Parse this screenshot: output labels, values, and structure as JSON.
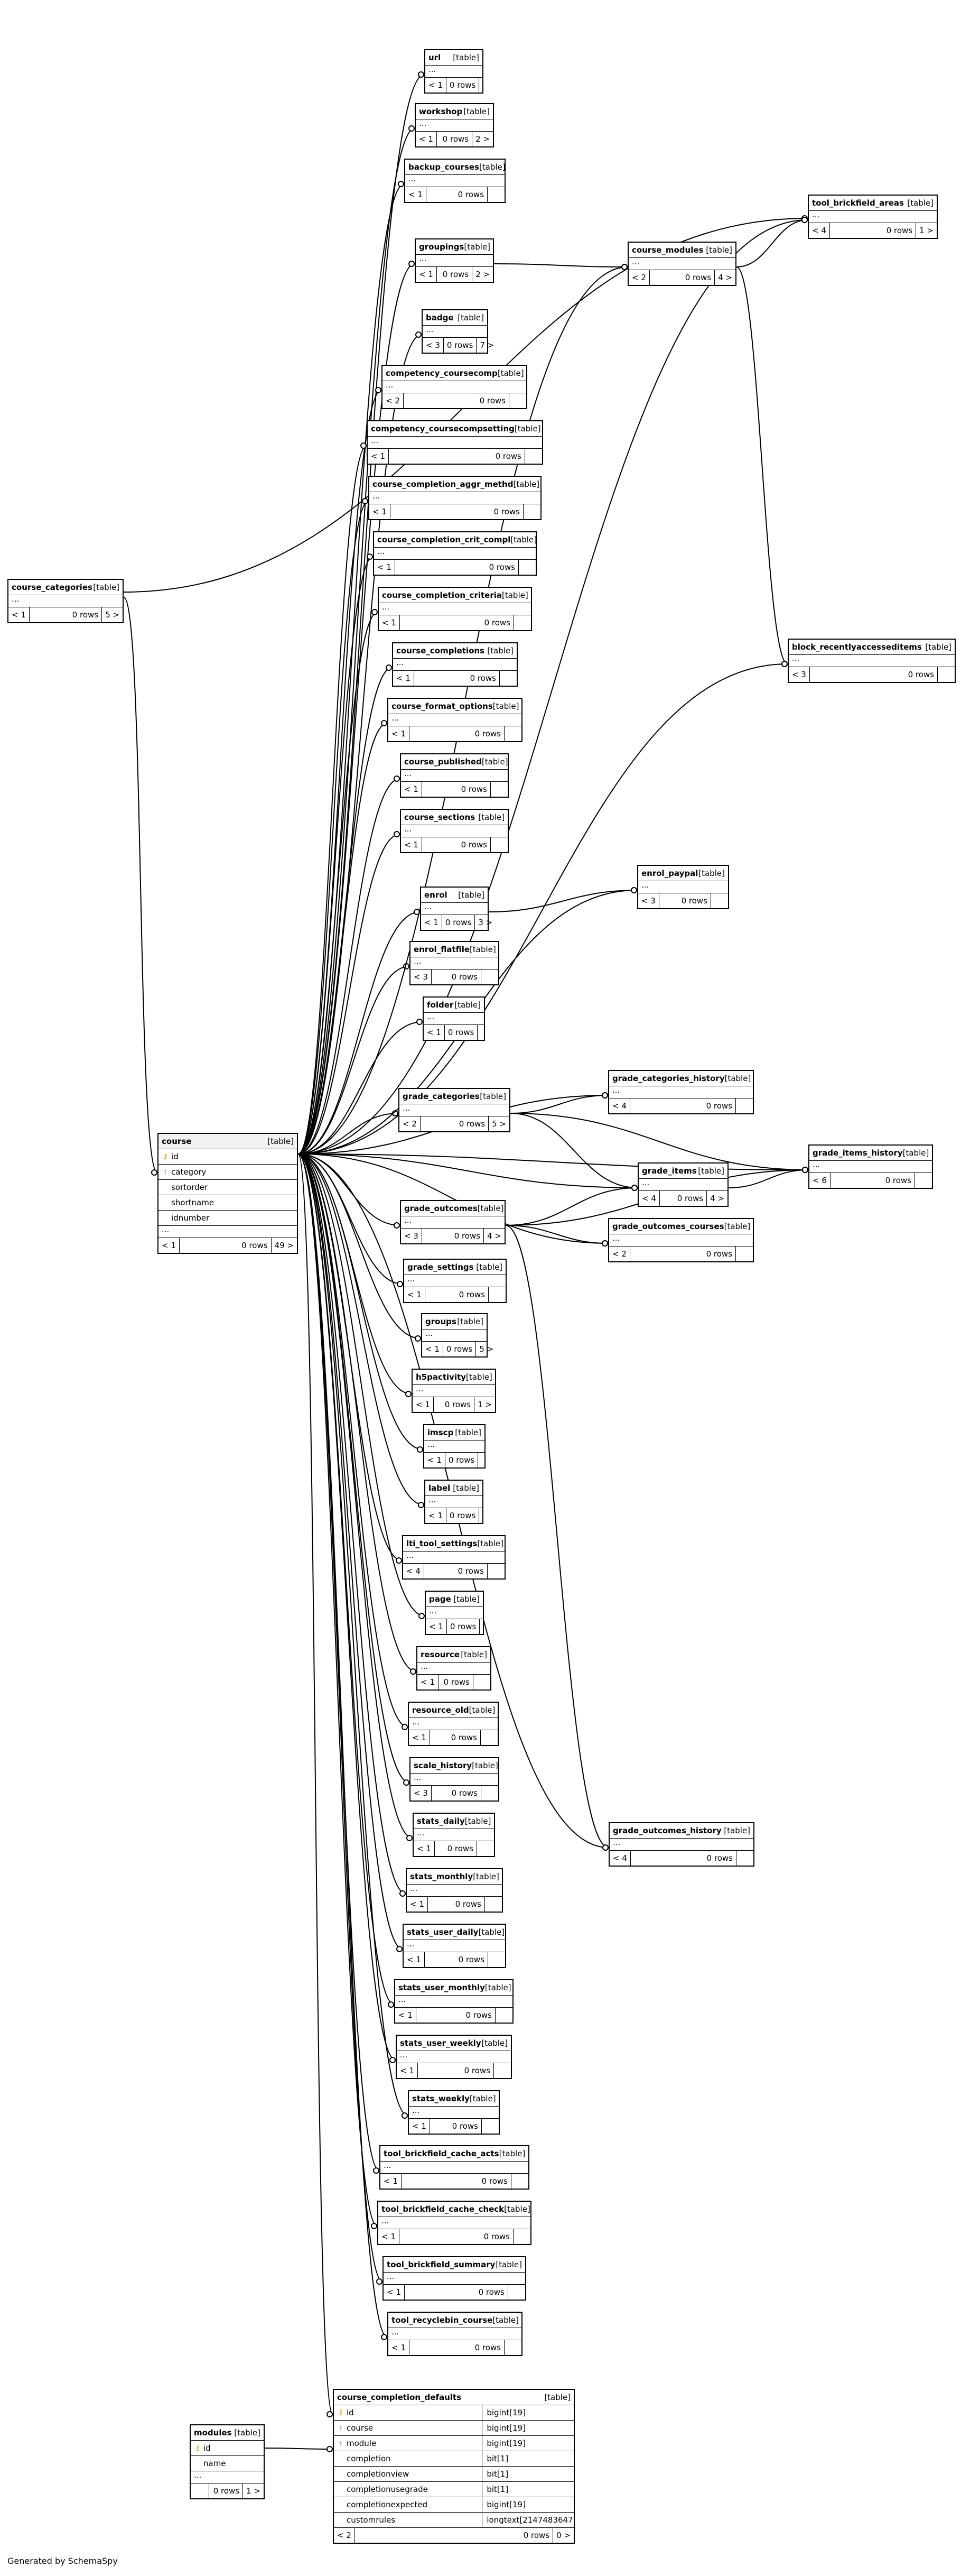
{
  "footer": "Generated by SchemaSpy",
  "kind_label": "[table]",
  "tables": [
    {
      "id": "course_categories",
      "name": "course_categories",
      "dots": "...",
      "ftr": [
        "< 1",
        "0 rows",
        "5 >"
      ]
    },
    {
      "id": "course",
      "name": "course",
      "cols": [
        {
          "n": "id",
          "k": "pk"
        },
        {
          "n": "category",
          "k": "fk"
        },
        {
          "n": "sortorder"
        },
        {
          "n": "shortname"
        },
        {
          "n": "idnumber"
        }
      ],
      "dots": "...",
      "ftr": [
        "< 1",
        "0 rows",
        "49 >"
      ]
    },
    {
      "id": "url",
      "name": "url",
      "dots": "...",
      "ftr": [
        "< 1",
        "0 rows",
        ""
      ]
    },
    {
      "id": "workshop",
      "name": "workshop",
      "dots": "...",
      "ftr": [
        "< 1",
        "0 rows",
        "2 >"
      ]
    },
    {
      "id": "backup_courses",
      "name": "backup_courses",
      "dots": "...",
      "ftr": [
        "< 1",
        "0 rows",
        ""
      ]
    },
    {
      "id": "groupings",
      "name": "groupings",
      "dots": "...",
      "ftr": [
        "< 1",
        "0 rows",
        "2 >"
      ]
    },
    {
      "id": "badge",
      "name": "badge",
      "dots": "...",
      "ftr": [
        "< 3",
        "0 rows",
        "7 >"
      ]
    },
    {
      "id": "competency_coursecomp",
      "name": "competency_coursecomp",
      "dots": "...",
      "ftr": [
        "< 2",
        "0 rows",
        ""
      ]
    },
    {
      "id": "competency_coursecompsetting",
      "name": "competency_coursecompsetting",
      "dots": "...",
      "ftr": [
        "< 1",
        "0 rows",
        ""
      ]
    },
    {
      "id": "course_completion_aggr_methd",
      "name": "course_completion_aggr_methd",
      "dots": "...",
      "ftr": [
        "< 1",
        "0 rows",
        ""
      ]
    },
    {
      "id": "course_completion_crit_compl",
      "name": "course_completion_crit_compl",
      "dots": "...",
      "ftr": [
        "< 1",
        "0 rows",
        ""
      ]
    },
    {
      "id": "course_completion_criteria",
      "name": "course_completion_criteria",
      "dots": "...",
      "ftr": [
        "< 1",
        "0 rows",
        ""
      ]
    },
    {
      "id": "course_completions",
      "name": "course_completions",
      "dots": "...",
      "ftr": [
        "< 1",
        "0 rows",
        ""
      ]
    },
    {
      "id": "course_format_options",
      "name": "course_format_options",
      "dots": "...",
      "ftr": [
        "< 1",
        "0 rows",
        ""
      ]
    },
    {
      "id": "course_published",
      "name": "course_published",
      "dots": "...",
      "ftr": [
        "< 1",
        "0 rows",
        ""
      ]
    },
    {
      "id": "course_sections",
      "name": "course_sections",
      "dots": "...",
      "ftr": [
        "< 1",
        "0 rows",
        ""
      ]
    },
    {
      "id": "enrol",
      "name": "enrol",
      "dots": "...",
      "ftr": [
        "< 1",
        "0 rows",
        "3 >"
      ]
    },
    {
      "id": "enrol_flatfile",
      "name": "enrol_flatfile",
      "dots": "...",
      "ftr": [
        "< 3",
        "0 rows",
        ""
      ]
    },
    {
      "id": "folder",
      "name": "folder",
      "dots": "...",
      "ftr": [
        "< 1",
        "0 rows",
        ""
      ]
    },
    {
      "id": "grade_categories",
      "name": "grade_categories",
      "dots": "...",
      "ftr": [
        "< 2",
        "0 rows",
        "5 >"
      ]
    },
    {
      "id": "grade_outcomes",
      "name": "grade_outcomes",
      "dots": "...",
      "ftr": [
        "< 3",
        "0 rows",
        "4 >"
      ]
    },
    {
      "id": "grade_settings",
      "name": "grade_settings",
      "dots": "...",
      "ftr": [
        "< 1",
        "0 rows",
        ""
      ]
    },
    {
      "id": "groups",
      "name": "groups",
      "dots": "...",
      "ftr": [
        "< 1",
        "0 rows",
        "5 >"
      ]
    },
    {
      "id": "h5pactivity",
      "name": "h5pactivity",
      "dots": "...",
      "ftr": [
        "< 1",
        "0 rows",
        "1 >"
      ]
    },
    {
      "id": "imscp",
      "name": "imscp",
      "dots": "...",
      "ftr": [
        "< 1",
        "0 rows",
        ""
      ]
    },
    {
      "id": "label",
      "name": "label",
      "dots": "...",
      "ftr": [
        "< 1",
        "0 rows",
        ""
      ]
    },
    {
      "id": "lti_tool_settings",
      "name": "lti_tool_settings",
      "dots": "...",
      "ftr": [
        "< 4",
        "0 rows",
        ""
      ]
    },
    {
      "id": "page",
      "name": "page",
      "dots": "...",
      "ftr": [
        "< 1",
        "0 rows",
        ""
      ]
    },
    {
      "id": "resource",
      "name": "resource",
      "dots": "...",
      "ftr": [
        "< 1",
        "0 rows",
        ""
      ]
    },
    {
      "id": "resource_old",
      "name": "resource_old",
      "dots": "...",
      "ftr": [
        "< 1",
        "0 rows",
        ""
      ]
    },
    {
      "id": "scale_history",
      "name": "scale_history",
      "dots": "...",
      "ftr": [
        "< 3",
        "0 rows",
        ""
      ]
    },
    {
      "id": "stats_daily",
      "name": "stats_daily",
      "dots": "...",
      "ftr": [
        "< 1",
        "0 rows",
        ""
      ]
    },
    {
      "id": "stats_monthly",
      "name": "stats_monthly",
      "dots": "...",
      "ftr": [
        "< 1",
        "0 rows",
        ""
      ]
    },
    {
      "id": "stats_user_daily",
      "name": "stats_user_daily",
      "dots": "...",
      "ftr": [
        "< 1",
        "0 rows",
        ""
      ]
    },
    {
      "id": "stats_user_monthly",
      "name": "stats_user_monthly",
      "dots": "...",
      "ftr": [
        "< 1",
        "0 rows",
        ""
      ]
    },
    {
      "id": "stats_user_weekly",
      "name": "stats_user_weekly",
      "dots": "...",
      "ftr": [
        "< 1",
        "0 rows",
        ""
      ]
    },
    {
      "id": "stats_weekly",
      "name": "stats_weekly",
      "dots": "...",
      "ftr": [
        "< 1",
        "0 rows",
        ""
      ]
    },
    {
      "id": "tool_brickfield_cache_acts",
      "name": "tool_brickfield_cache_acts",
      "dots": "...",
      "ftr": [
        "< 1",
        "0 rows",
        ""
      ]
    },
    {
      "id": "tool_brickfield_cache_check",
      "name": "tool_brickfield_cache_check",
      "dots": "...",
      "ftr": [
        "< 1",
        "0 rows",
        ""
      ]
    },
    {
      "id": "tool_brickfield_summary",
      "name": "tool_brickfield_summary",
      "dots": "...",
      "ftr": [
        "< 1",
        "0 rows",
        ""
      ]
    },
    {
      "id": "tool_recyclebin_course",
      "name": "tool_recyclebin_course",
      "dots": "...",
      "ftr": [
        "< 1",
        "0 rows",
        ""
      ]
    },
    {
      "id": "course_modules",
      "name": "course_modules",
      "dots": "...",
      "ftr": [
        "< 2",
        "0 rows",
        "4 >"
      ]
    },
    {
      "id": "tool_brickfield_areas",
      "name": "tool_brickfield_areas",
      "dots": "...",
      "ftr": [
        "< 4",
        "0 rows",
        "1 >"
      ]
    },
    {
      "id": "block_recentlyaccesseditems",
      "name": "block_recentlyaccesseditems",
      "dots": "...",
      "ftr": [
        "< 3",
        "0 rows",
        ""
      ]
    },
    {
      "id": "enrol_paypal",
      "name": "enrol_paypal",
      "dots": "...",
      "ftr": [
        "< 3",
        "0 rows",
        ""
      ]
    },
    {
      "id": "grade_categories_history",
      "name": "grade_categories_history",
      "dots": "...",
      "ftr": [
        "< 4",
        "0 rows",
        ""
      ]
    },
    {
      "id": "grade_items",
      "name": "grade_items",
      "dots": "...",
      "ftr": [
        "< 4",
        "0 rows",
        "4 >"
      ]
    },
    {
      "id": "grade_items_history",
      "name": "grade_items_history",
      "dots": "...",
      "ftr": [
        "< 6",
        "0 rows",
        ""
      ]
    },
    {
      "id": "grade_outcomes_courses",
      "name": "grade_outcomes_courses",
      "dots": "...",
      "ftr": [
        "< 2",
        "0 rows",
        ""
      ]
    },
    {
      "id": "grade_outcomes_history",
      "name": "grade_outcomes_history",
      "dots": "...",
      "ftr": [
        "< 4",
        "0 rows",
        ""
      ]
    },
    {
      "id": "modules",
      "name": "modules",
      "cols": [
        {
          "n": "id",
          "k": "pk"
        },
        {
          "n": "name"
        }
      ],
      "dots": "...",
      "ftr": [
        "",
        "0 rows",
        "1 >"
      ]
    },
    {
      "id": "course_completion_defaults",
      "name": "course_completion_defaults",
      "cols": [
        {
          "n": "id",
          "k": "pk",
          "t": "bigint[19]"
        },
        {
          "n": "course",
          "k": "fk",
          "t": "bigint[19]"
        },
        {
          "n": "module",
          "k": "fk",
          "t": "bigint[19]"
        },
        {
          "n": "completion",
          "t": "bit[1]"
        },
        {
          "n": "completionview",
          "t": "bit[1]"
        },
        {
          "n": "completionusegrade",
          "t": "bit[1]"
        },
        {
          "n": "completionexpected",
          "t": "bigint[19]"
        },
        {
          "n": "customrules",
          "t": "longtext[2147483647]"
        }
      ],
      "ftr": [
        "< 2",
        "0 rows",
        "0 >"
      ]
    }
  ]
}
